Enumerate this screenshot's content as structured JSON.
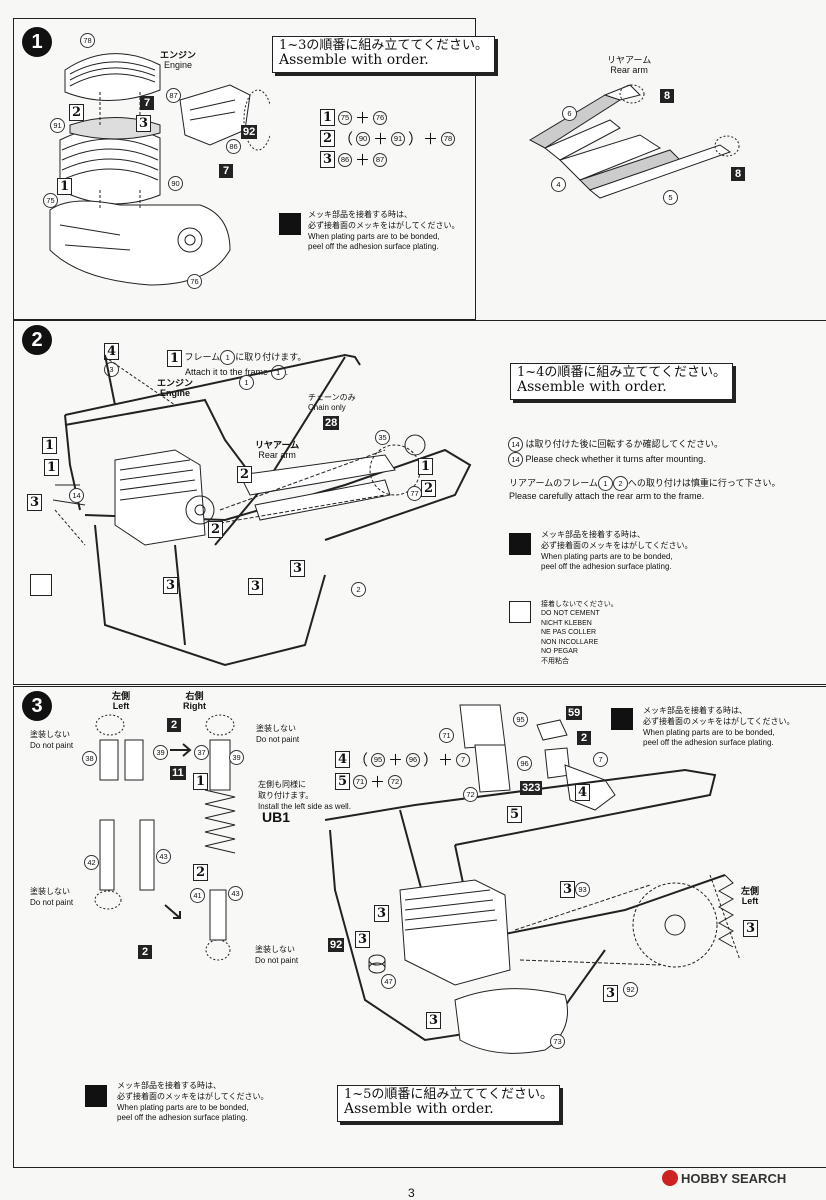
{
  "steps": [
    {
      "number": "1"
    },
    {
      "number": "2"
    },
    {
      "number": "3"
    }
  ],
  "step1": {
    "banner_jp": "1~3の順番に組み立ててください。",
    "banner_en": "Assemble with order.",
    "engine_jp": "エンジン",
    "engine_en": "Engine",
    "eq1": {
      "box": "1",
      "a": "75",
      "op": "＋",
      "b": "76"
    },
    "eq2": {
      "box": "2",
      "pre": "（",
      "a": "90",
      "op": "＋",
      "b": "91",
      "post": "）＋",
      "c": "78"
    },
    "eq3": {
      "box": "3",
      "a": "86",
      "op": "＋",
      "b": "87"
    },
    "plating_jp1": "メッキ部品を接着する時は、",
    "plating_jp2": "必ず接着面のメッキをはがしてください。",
    "plating_en1": "When plating parts are to be bonded,",
    "plating_en2": "peel off the adhesion surface plating.",
    "rear_arm_jp": "リヤアーム",
    "rear_arm_en": "Rear arm",
    "parts": [
      "78",
      "87",
      "91",
      "86",
      "90",
      "75",
      "76",
      "6",
      "4",
      "5"
    ],
    "boxes": [
      "7",
      "7",
      "92",
      "8",
      "8"
    ],
    "outlined": [
      "2",
      "3",
      "1"
    ]
  },
  "step2": {
    "banner_jp": "1~4の順番に組み立ててください。",
    "banner_en": "Assemble with order.",
    "frame_jp": "フレーム",
    "frame_jp_tail": "に取り付けます。",
    "frame_en": "Attach it to the frame",
    "frame_num": "1",
    "engine_jp": "エンジン",
    "engine_en": "Engine",
    "chain_jp": "チェーンのみ",
    "chain_en": "Chain only",
    "rear_arm_jp": "リヤアーム",
    "rear_arm_en": "Rear arm",
    "box28": "28",
    "check_jp": "は取り付けた後に回転するか確認してください。",
    "check_en": "Please check whether it turns after mounting.",
    "check_num": "14",
    "rear_jp": "リアアームのフレーム",
    "rear_jp_tail": "への取り付けは慎重に行って下さい。",
    "rear_en": "Please carefully attach the rear arm to the frame.",
    "rear_nums": [
      "1",
      "2"
    ],
    "plating_jp1": "メッキ部品を接着する時は、",
    "plating_jp2": "必ず接着面のメッキをはがしてください。",
    "plating_en1": "When plating parts are to be bonded,",
    "plating_en2": "peel off the adhesion surface plating.",
    "nocement_jp": "接着しないでください。",
    "nocement_lines": [
      "DO NOT CEMENT",
      "NICHT KLEBEN",
      "NE PAS COLLER",
      "NON INCOLLARE",
      "NO PEGAR",
      "不用粘合"
    ],
    "parts": [
      "3",
      "1",
      "14",
      "35",
      "77",
      "2"
    ]
  },
  "step3": {
    "banner_jp": "1~5の順番に組み立ててください。",
    "banner_en": "Assemble with order.",
    "left_jp": "左側",
    "left_en": "Left",
    "right_jp": "右側",
    "right_en": "Right",
    "nopaint_jp": "塗装しない",
    "nopaint_en": "Do not paint",
    "install_jp1": "左側も同様に",
    "install_jp2": "取り付けます。",
    "install_en": "Install the left side as well.",
    "ub1": "UB1",
    "eq4": {
      "box": "4",
      "pre": "（",
      "a": "95",
      "op": "＋",
      "b": "96",
      "post": "）＋",
      "c": "7"
    },
    "eq5": {
      "box": "5",
      "a": "71",
      "op": "＋",
      "b": "72"
    },
    "left2_jp": "左側",
    "left2_en": "Left",
    "plating_jp1": "メッキ部品を接着する時は、",
    "plating_jp2": "必ず接着面のメッキをはがしてください。",
    "plating_en1": "When plating parts are to be bonded,",
    "plating_en2": "peel off the adhesion surface plating.",
    "boxes": [
      "2",
      "11",
      "2",
      "59",
      "2",
      "323",
      "92"
    ],
    "parts": [
      "38",
      "39",
      "37",
      "42",
      "43",
      "41",
      "95",
      "96",
      "71",
      "72",
      "93",
      "92",
      "47",
      "73"
    ]
  },
  "watermark": "HOBBY SEARCH",
  "page_number": "3"
}
